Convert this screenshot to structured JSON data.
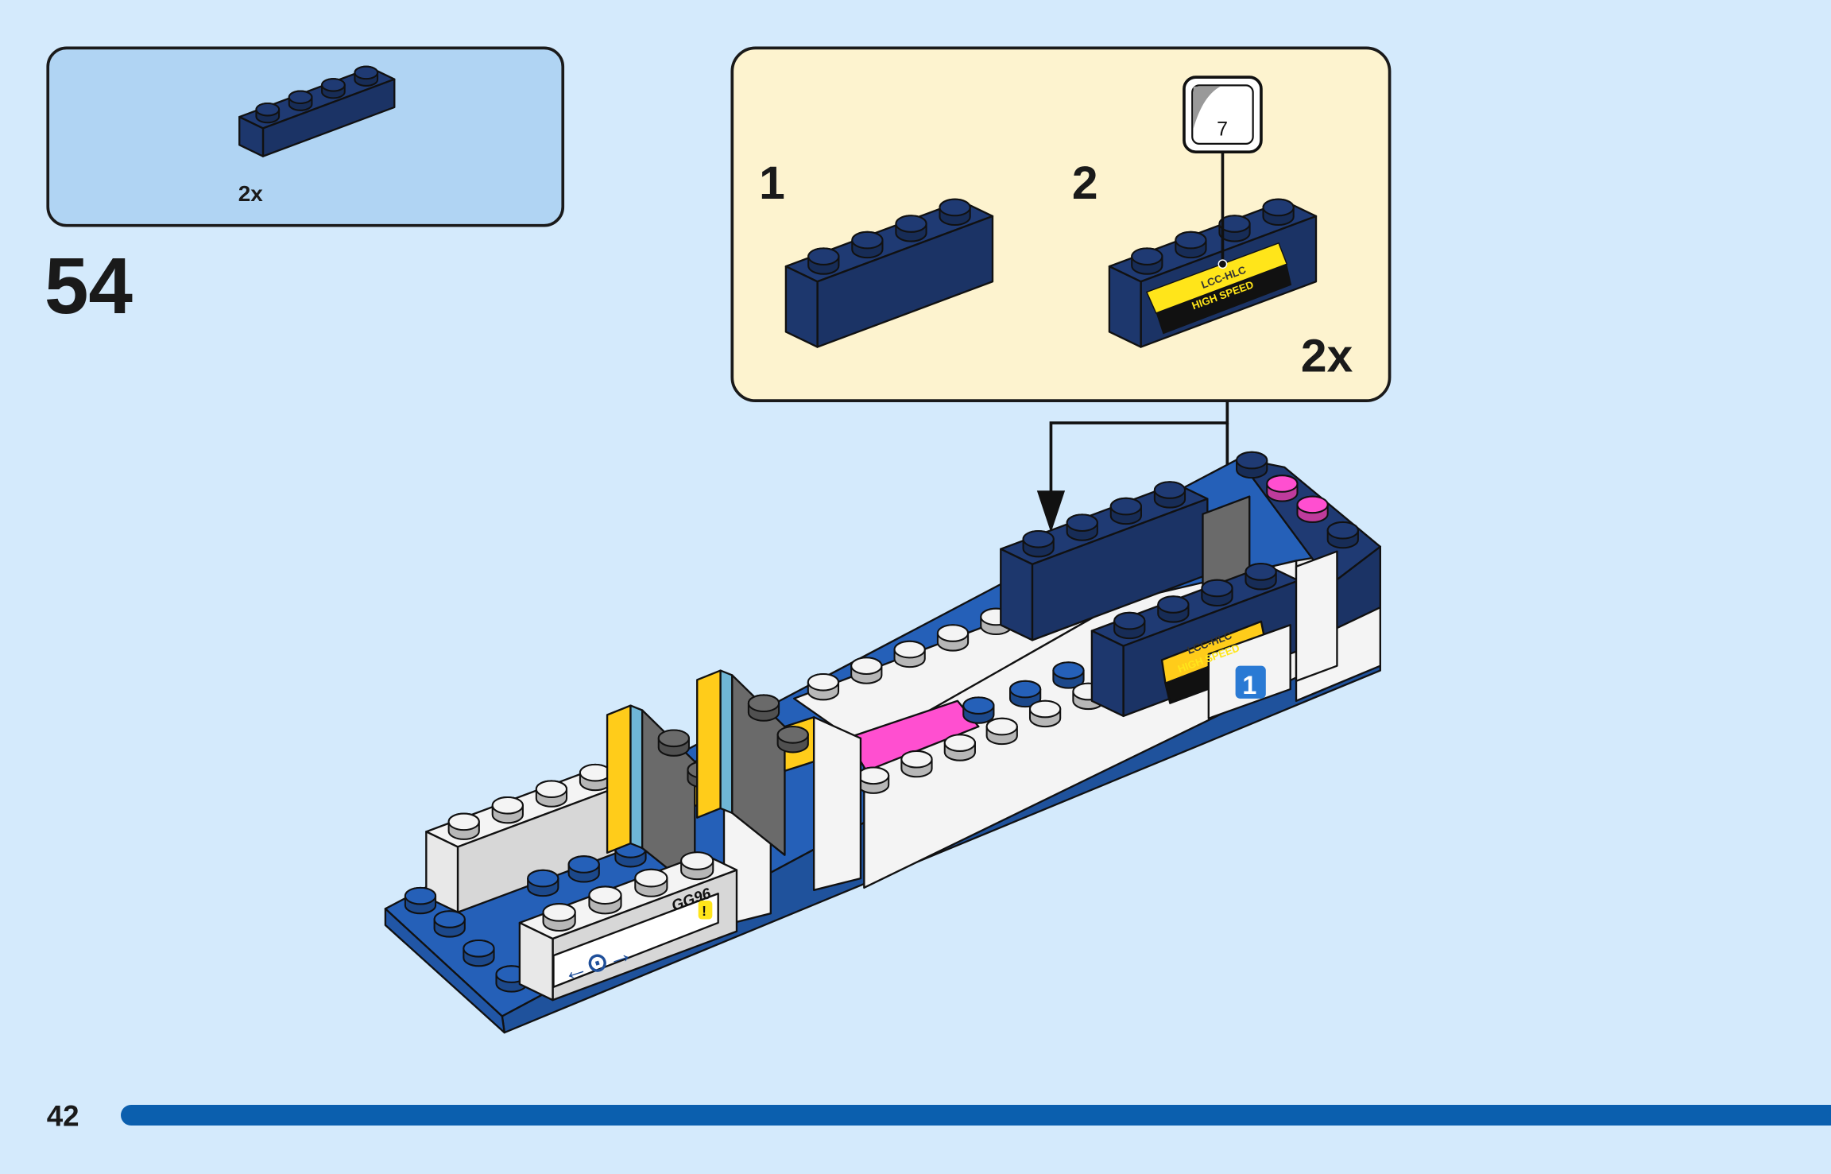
{
  "colors": {
    "background": "#d4eafc",
    "parts_box": "#b0d4f3",
    "callout_box": "#fdf3cf",
    "dark_blue_brick": "#1f3a73",
    "base_plate_blue": "#2560b8",
    "page_bar": "#0b5fae"
  },
  "parts_list": {
    "quantity": "2x",
    "part": "dark-blue-1x4-brick"
  },
  "step": {
    "number": "54"
  },
  "callout": {
    "substeps": [
      {
        "number": "1"
      },
      {
        "number": "2",
        "sticker_number": "7",
        "sticker_text_line1": "LCC-HLC",
        "sticker_text_line2": "HIGH SPEED"
      }
    ],
    "multiplier": "2x"
  },
  "model": {
    "sign_code": "GG96",
    "warning_mark": "!",
    "platform_number": "1",
    "sticker_line1": "LCC-HLC",
    "sticker_line2": "HIGH SPEED"
  },
  "footer": {
    "page_number": "42"
  }
}
